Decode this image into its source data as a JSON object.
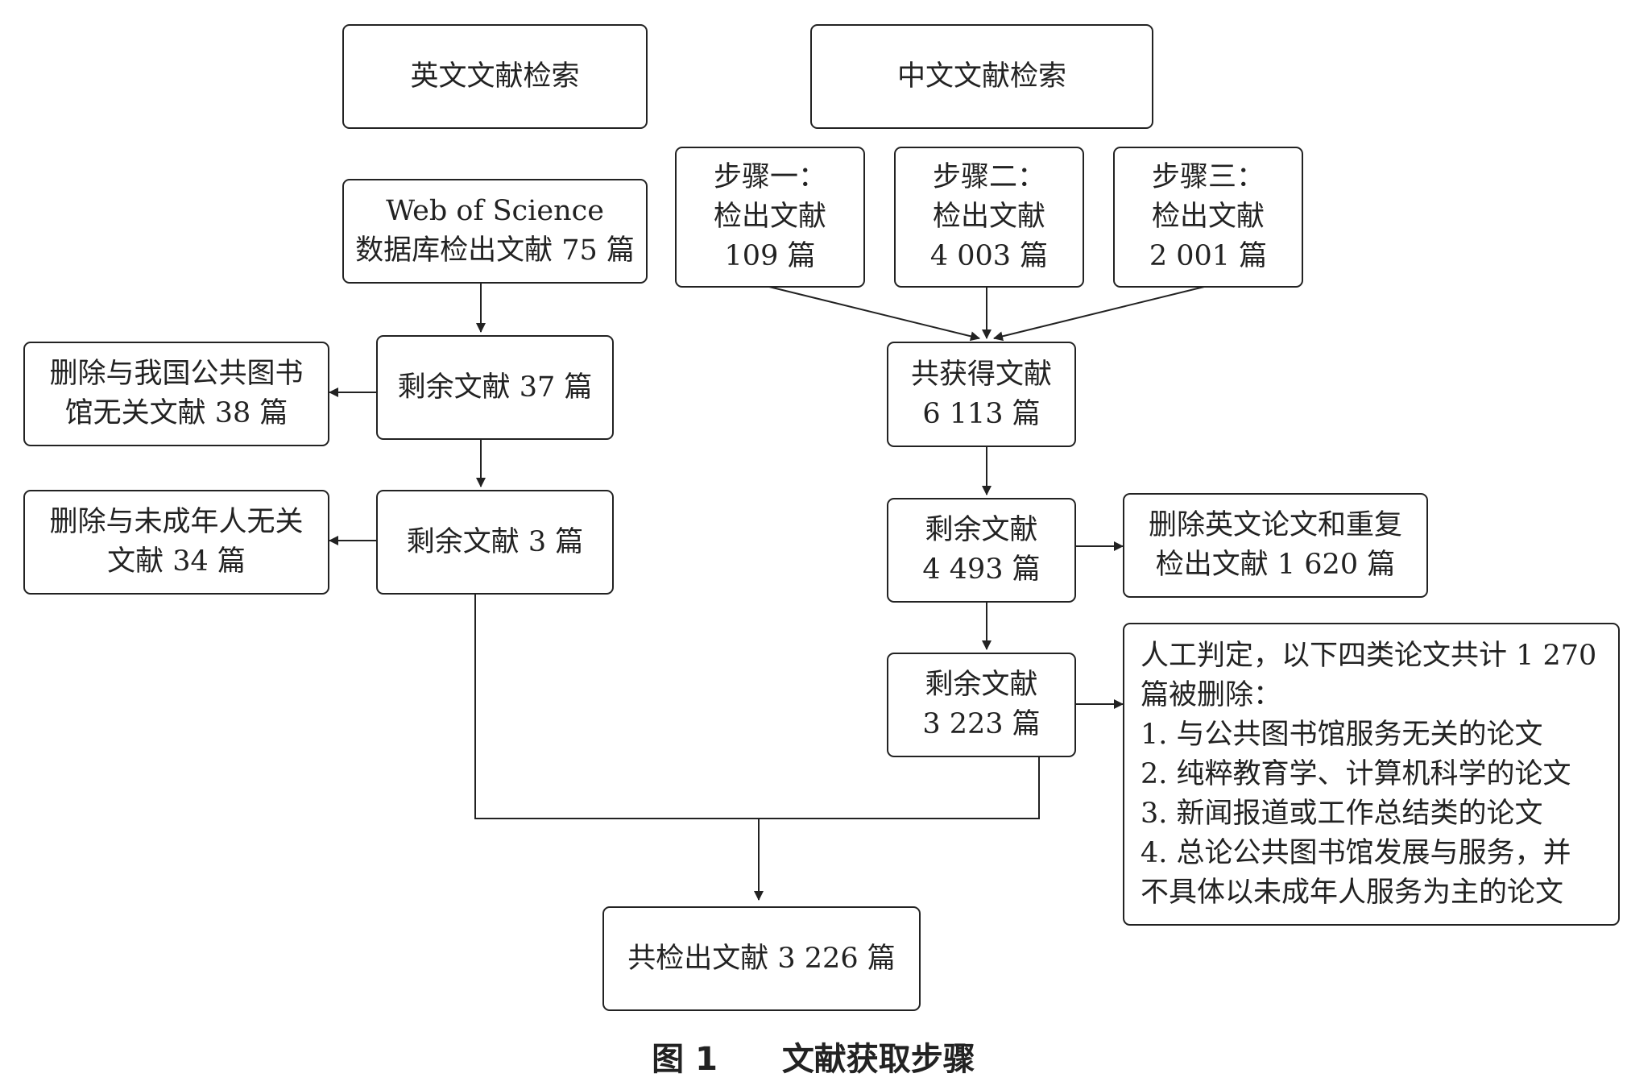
{
  "english": {
    "header": "英文文献检索",
    "source": [
      "Web of Science",
      "数据库检出文献 75 篇"
    ],
    "remain1": "剩余文献 37 篇",
    "removed1": [
      "删除与我国公共图书",
      "馆无关文献 38 篇"
    ],
    "remain2": "剩余文献 3 篇",
    "removed2": [
      "删除与未成年人无关",
      "文献 34 篇"
    ]
  },
  "chinese": {
    "header": "中文文献检索",
    "step1": [
      "步骤一：",
      "检出文献",
      "109 篇"
    ],
    "step2": [
      "步骤二：",
      "检出文献",
      "4 003 篇"
    ],
    "step3": [
      "步骤三：",
      "检出文献",
      "2 001 篇"
    ],
    "total": [
      "共获得文献",
      "6 113 篇"
    ],
    "remain1": [
      "剩余文献",
      "4 493 篇"
    ],
    "removed1": [
      "删除英文论文和重复",
      "检出文献 1 620 篇"
    ],
    "remain2": [
      "剩余文献",
      "3 223 篇"
    ],
    "removed2": [
      "人工判定，以下四类论文共计 1 270",
      "篇被删除：",
      "1. 与公共图书馆服务无关的论文",
      "2. 纯粹教育学、计算机科学的论文",
      "3. 新闻报道或工作总结类的论文",
      "4. 总论公共图书馆发展与服务，并",
      "不具体以未成年人服务为主的论文"
    ]
  },
  "final": "共检出文献 3 226 篇",
  "caption": {
    "number": "图 1",
    "title": "文献获取步骤"
  }
}
